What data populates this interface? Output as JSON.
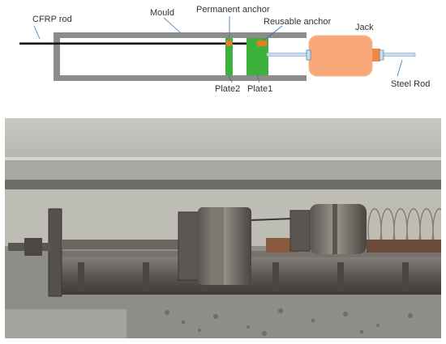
{
  "diagram": {
    "labels": {
      "cfrp_rod": "CFRP rod",
      "mould": "Mould",
      "permanent_anchor": "Permanent anchor",
      "reusable_anchor": "Reusable anchor",
      "jack": "Jack",
      "plate2": "Plate2",
      "plate1": "Plate1",
      "steel_rod": "Steel Rod"
    },
    "colors": {
      "mould": "#8c8c8c",
      "plate": "#3cb23c",
      "anchor": "#f07820",
      "jack": "#f8a878",
      "steel_rod": "#c8dcf0",
      "cfrp_rod": "#111111",
      "leader": "#2e75c0"
    }
  },
  "photo": {
    "description_icon": "prestressing-bench-photo"
  }
}
